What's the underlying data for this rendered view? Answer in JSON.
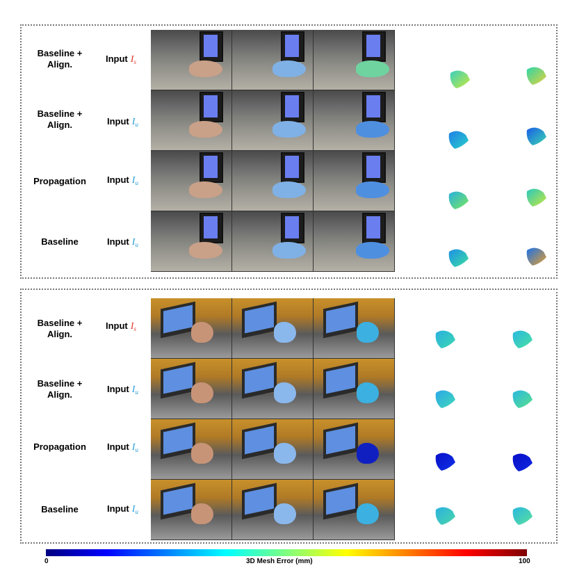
{
  "panels": [
    {
      "rows": [
        {
          "method": "Baseline +\nAlign.",
          "input_label": "Input",
          "input_symbol": "I",
          "input_sub": "s",
          "input_color": "#e03a2e"
        },
        {
          "method": "Baseline +\nAlign.",
          "input_label": "Input",
          "input_symbol": "I",
          "input_sub": "u",
          "input_color": "#2aa0d8"
        },
        {
          "method": "Propagation",
          "input_label": "Input",
          "input_symbol": "I",
          "input_sub": "u",
          "input_color": "#2aa0d8"
        },
        {
          "method": "Baseline",
          "input_label": "Input",
          "input_symbol": "I",
          "input_sub": "u",
          "input_color": "#2aa0d8"
        }
      ]
    },
    {
      "rows": [
        {
          "method": "Baseline +\nAlign.",
          "input_label": "Input",
          "input_symbol": "I",
          "input_sub": "s",
          "input_color": "#e03a2e"
        },
        {
          "method": "Baseline +\nAlign.",
          "input_label": "Input",
          "input_symbol": "I",
          "input_sub": "u",
          "input_color": "#2aa0d8"
        },
        {
          "method": "Propagation",
          "input_label": "Input",
          "input_symbol": "I",
          "input_sub": "u",
          "input_color": "#2aa0d8"
        },
        {
          "method": "Baseline",
          "input_label": "Input",
          "input_symbol": "I",
          "input_sub": "u",
          "input_color": "#2aa0d8"
        }
      ]
    }
  ],
  "colorbar": {
    "min_label": "0",
    "max_label": "100",
    "title": "3D Mesh Error  (mm)"
  }
}
